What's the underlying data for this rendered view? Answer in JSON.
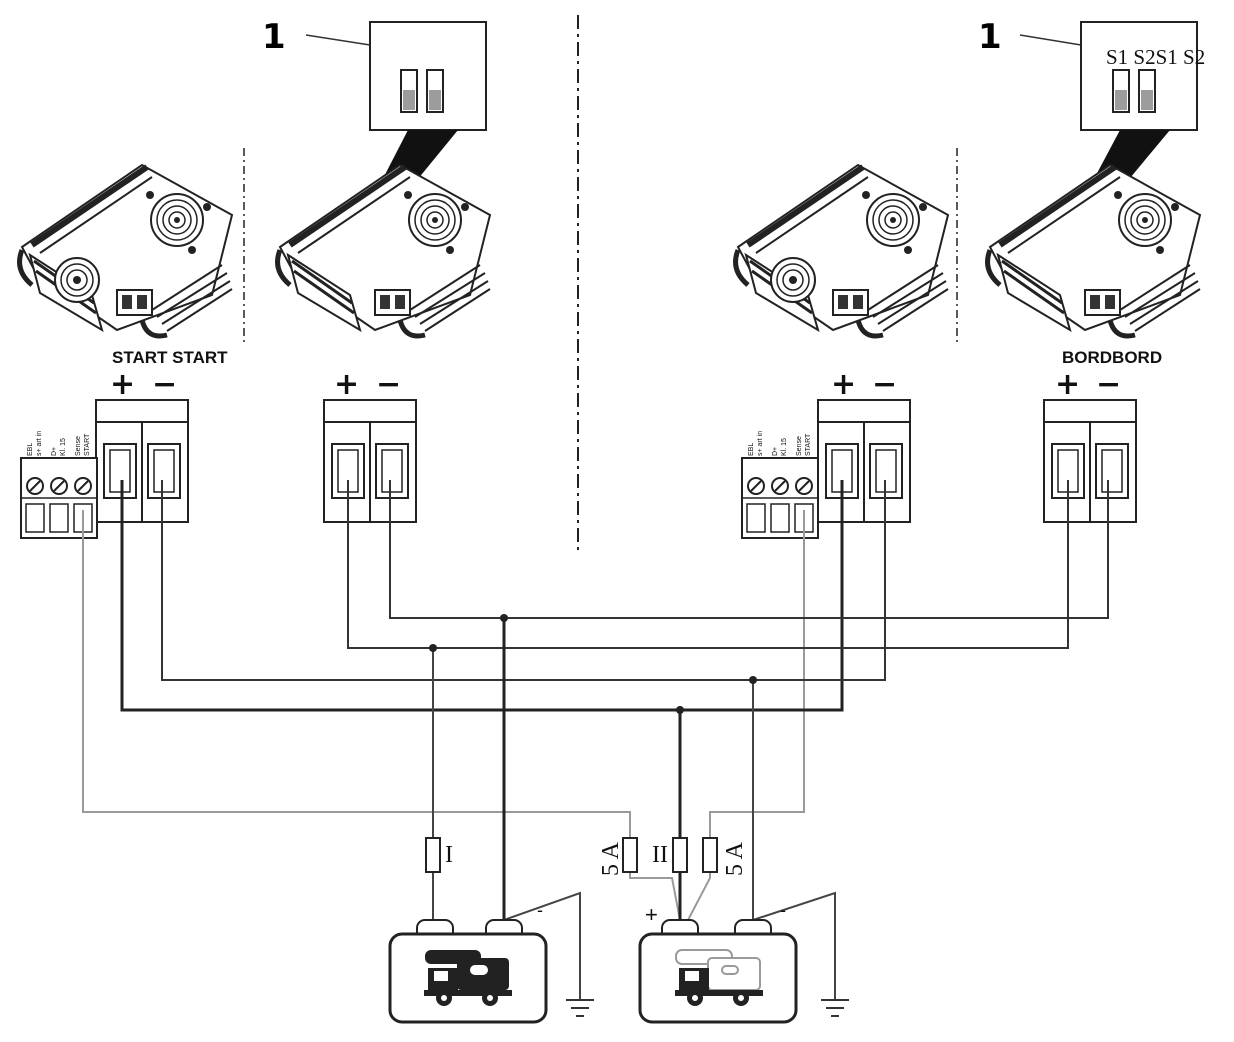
{
  "callouts": {
    "left": "1",
    "right": "1"
  },
  "switch_labels": "S1 S2S1 S2",
  "terminal_labels": {
    "left": "START START",
    "right": "BORDBORD"
  },
  "polarity": {
    "plus": "+",
    "minus": "−"
  },
  "connector_pins": [
    "EBL",
    "s+ art in",
    "D+",
    "Kl. 15",
    "Sense",
    "START"
  ],
  "fuses": {
    "fuse_1": "I",
    "fuse_2": "II",
    "fuse_5a": "5 A"
  },
  "battery_terminals": {
    "plus": "+",
    "minus": "-"
  },
  "colors": {
    "line": "#1a1a1a",
    "thin": "#444444",
    "grey_wire": "#9a9a9a",
    "fill_grey": "#9c9c9c"
  }
}
